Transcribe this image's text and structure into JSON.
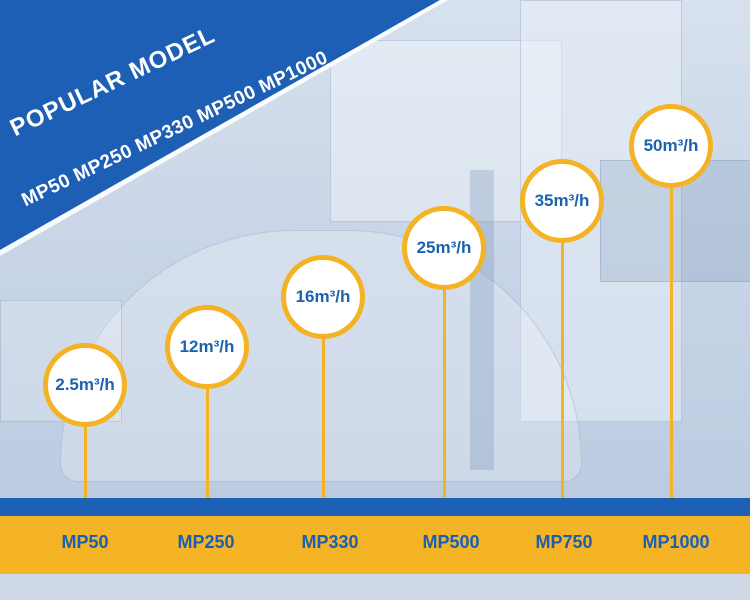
{
  "banner": {
    "title": "POPULAR  MODEL",
    "models_line": "MP50  MP250  MP330  MP500  MP1000",
    "color": "#1d5fb4"
  },
  "items": [
    {
      "model": "MP50",
      "capacity": "2.5m³/h"
    },
    {
      "model": "MP250",
      "capacity": "12m³/h"
    },
    {
      "model": "MP330",
      "capacity": "16m³/h"
    },
    {
      "model": "MP500",
      "capacity": "25m³/h"
    },
    {
      "model": "MP750",
      "capacity": "35m³/h"
    },
    {
      "model": "MP1000",
      "capacity": "50m³/h"
    }
  ],
  "colors": {
    "accent": "#f4b225",
    "brand_blue": "#1d61b6",
    "text_blue": "#1b63b0"
  }
}
